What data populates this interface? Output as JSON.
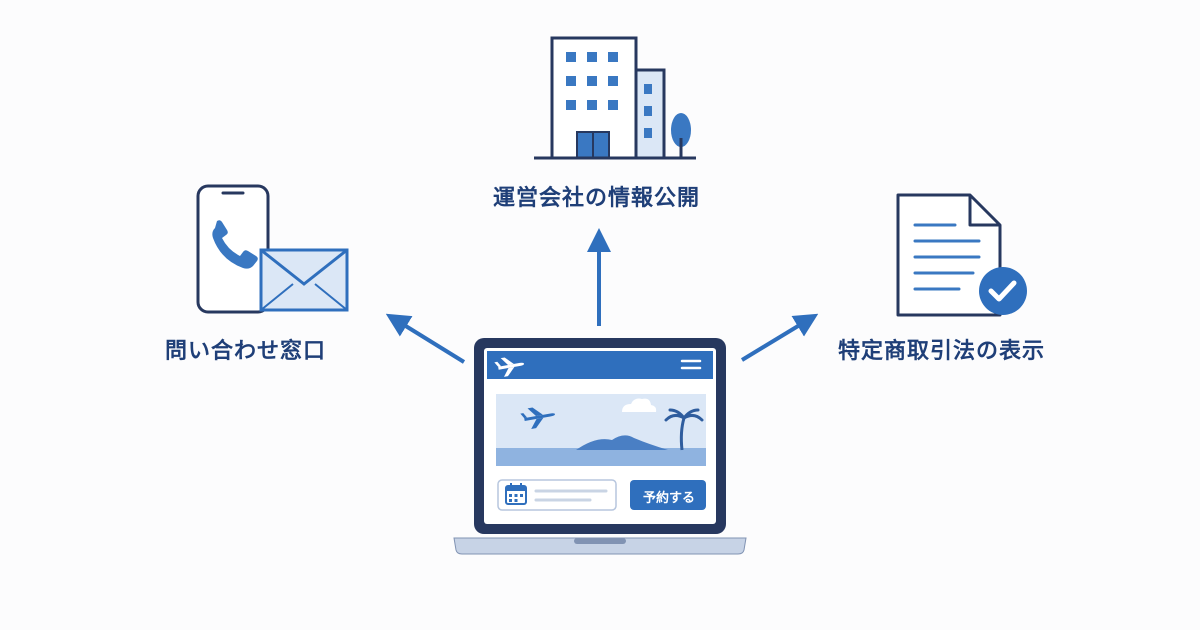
{
  "nodes": {
    "company": {
      "label": "運営会社の情報公開",
      "icon": "building-icon"
    },
    "contact": {
      "label": "問い合わせ窓口",
      "icon": "phone-and-mail-icon"
    },
    "law": {
      "label": "特定商取引法の表示",
      "icon": "document-check-icon"
    }
  },
  "center": {
    "icon": "laptop-icon",
    "site": {
      "header_icons": [
        "airplane-icon",
        "menu-icon"
      ],
      "hero_icons": [
        "airplane-icon",
        "cloud-icon",
        "palm-tree-icon",
        "island-icon"
      ],
      "form_icon": "calendar-icon",
      "book_button_label": "予約する"
    }
  },
  "colors": {
    "primary": "#2f6fbd",
    "dark": "#27385f",
    "label": "#1f3f78",
    "light_blue": "#dbe7f6"
  }
}
